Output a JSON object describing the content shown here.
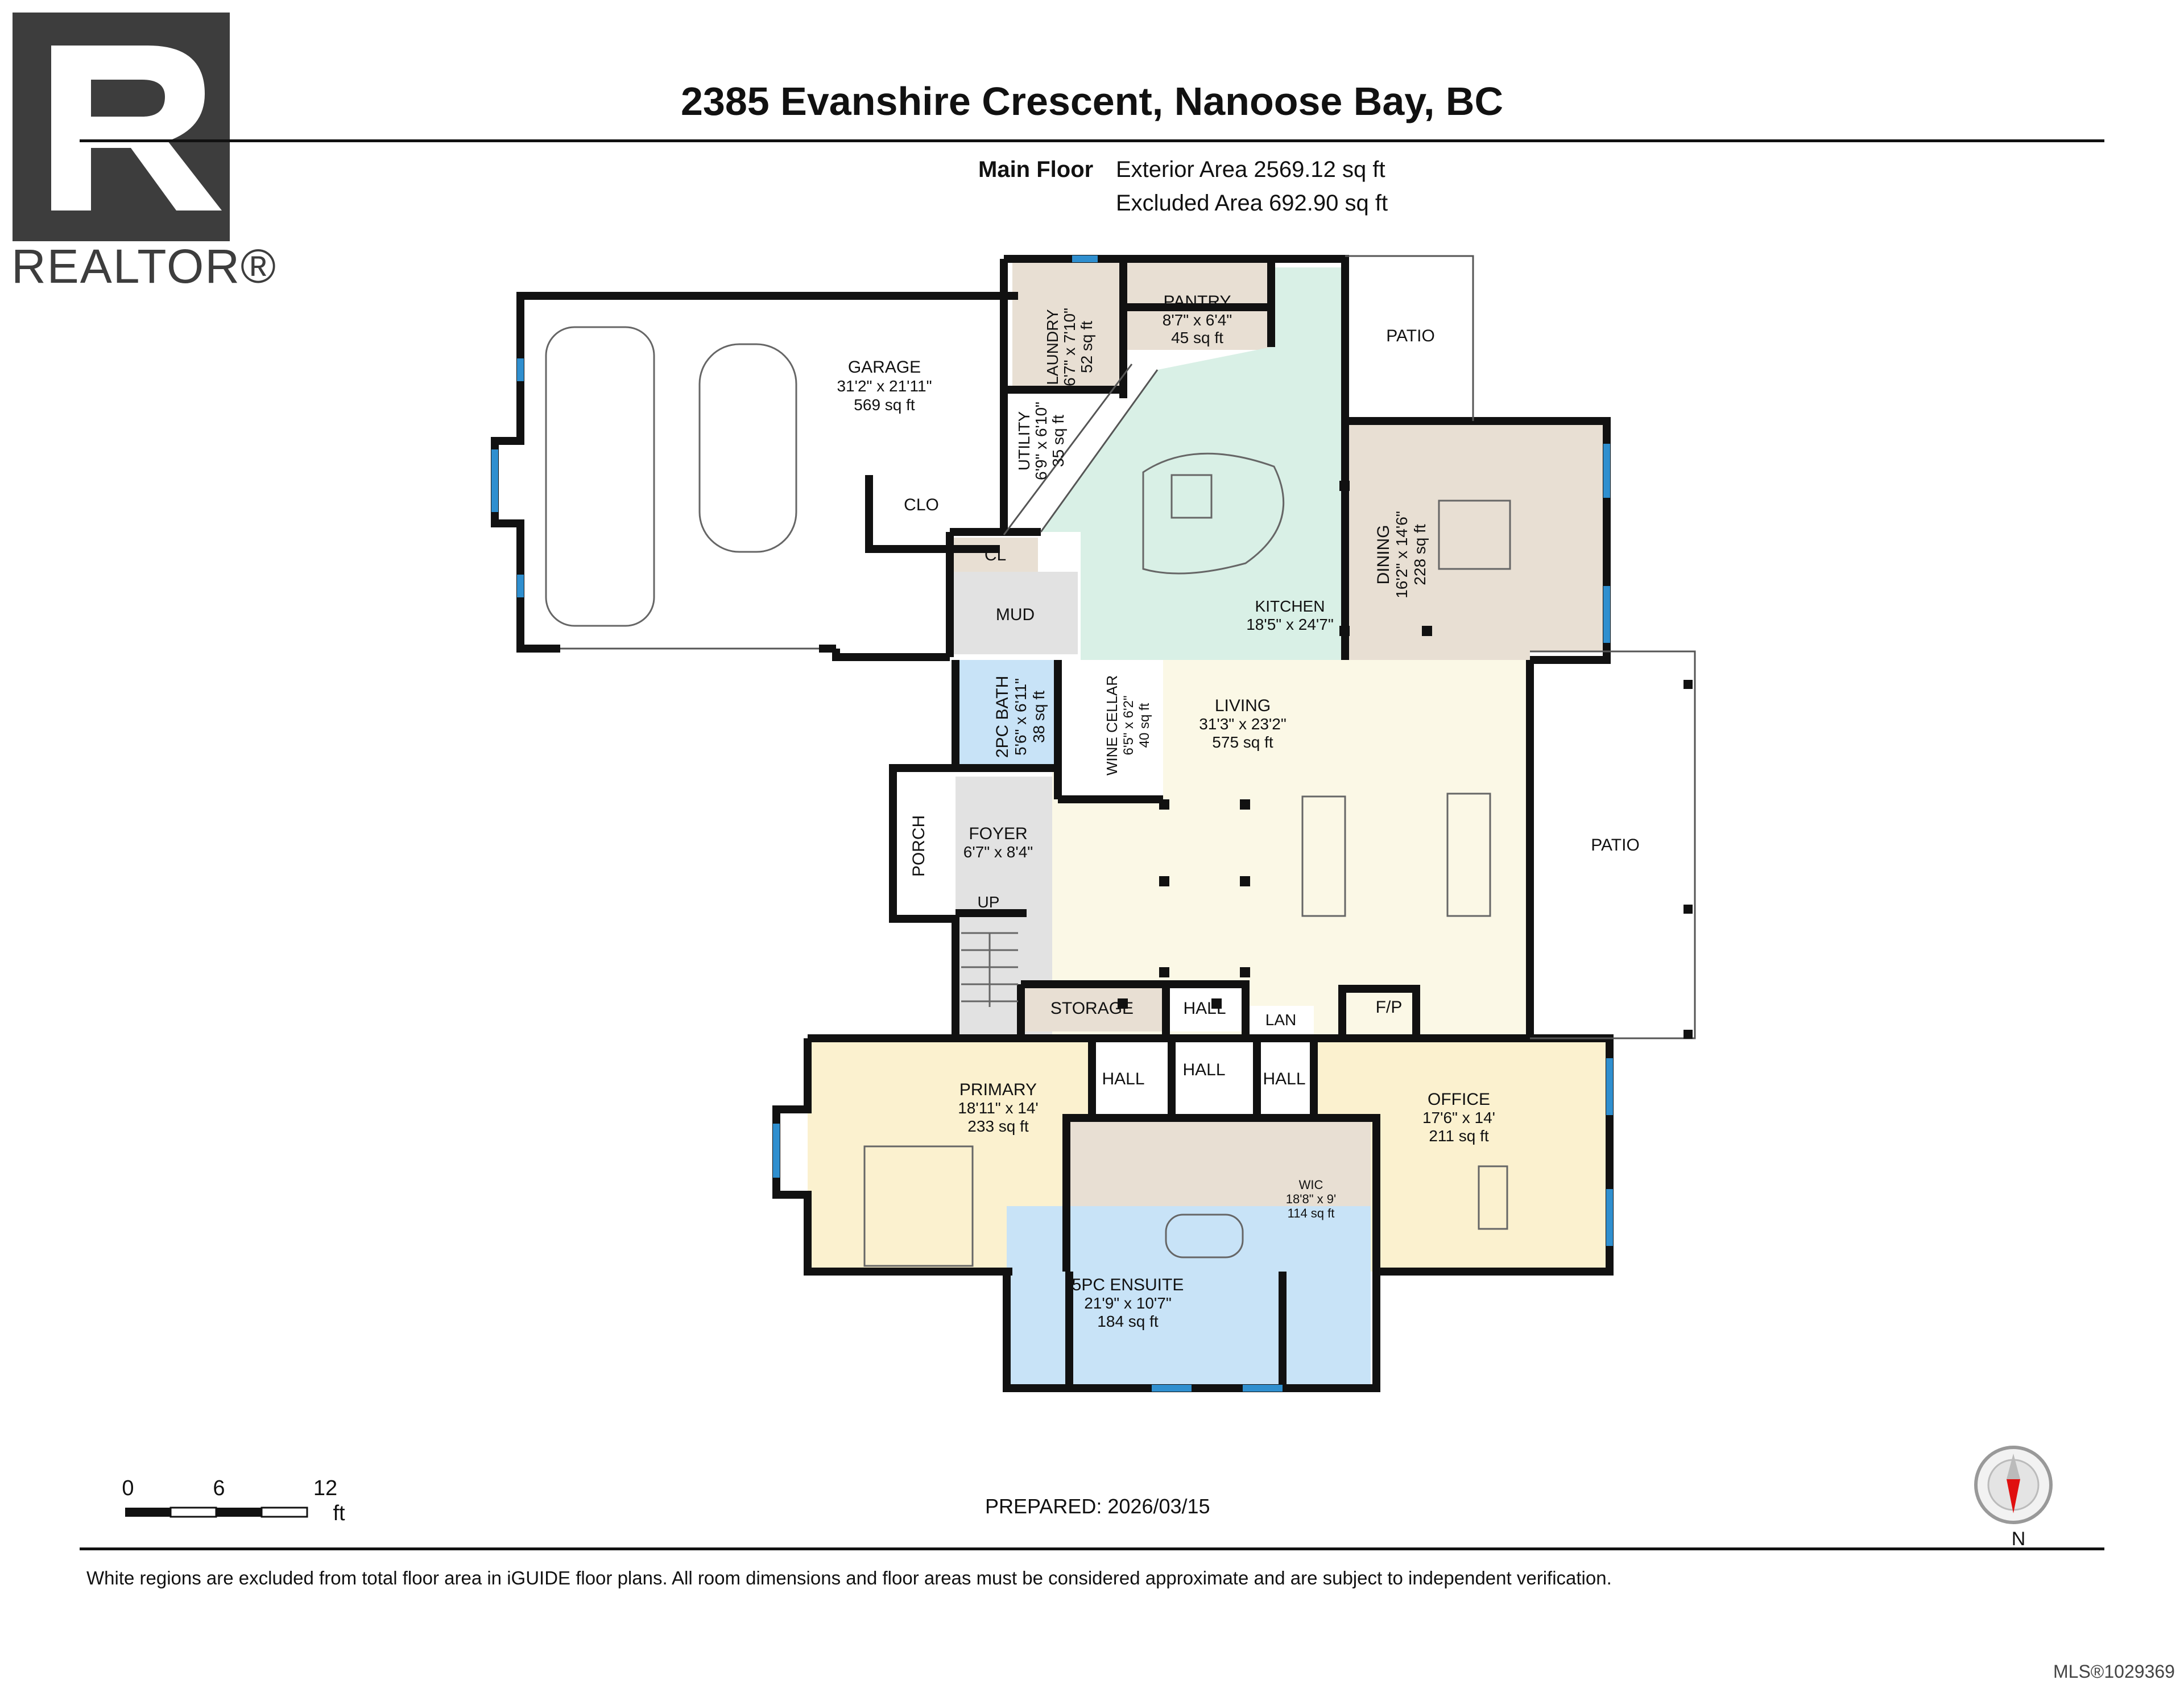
{
  "brand": {
    "logo_text": "REALTOR®"
  },
  "header": {
    "title": "2385 Evanshire Crescent, Nanoose Bay, BC",
    "floor_label": "Main Floor",
    "exterior_area": "Exterior Area 2569.12 sq ft",
    "excluded_area": "Excluded Area 692.90 sq ft"
  },
  "rooms": {
    "garage": {
      "name": "GARAGE",
      "dims": "31'2\" x 21'11\"",
      "area": "569 sq ft"
    },
    "laundry": {
      "name": "LAUNDRY",
      "dims": "6'7\" x 7'10\"",
      "area": "52 sq ft"
    },
    "pantry": {
      "name": "PANTRY",
      "dims": "8'7\" x 6'4\"",
      "area": "45 sq ft"
    },
    "utility": {
      "name": "UTILITY",
      "dims": "6'9\" x 6'10\"",
      "area": "35 sq ft"
    },
    "clo": {
      "name": "CLO"
    },
    "cl": {
      "name": "CL"
    },
    "mud": {
      "name": "MUD"
    },
    "kitchen": {
      "name": "KITCHEN",
      "dims": "18'5\" x 24'7\""
    },
    "dining": {
      "name": "DINING",
      "dims": "16'2\" x 14'6\"",
      "area": "228 sq ft"
    },
    "patio_top": {
      "name": "PATIO"
    },
    "patio_right": {
      "name": "PATIO"
    },
    "bath2": {
      "name": "2PC BATH",
      "dims": "5'6\" x 6'11\"",
      "area": "38 sq ft"
    },
    "wine": {
      "name": "WINE CELLAR",
      "dims": "6'5\" x 6'2\"",
      "area": "40 sq ft"
    },
    "living": {
      "name": "LIVING",
      "dims": "31'3\" x 23'2\"",
      "area": "575 sq ft"
    },
    "porch": {
      "name": "PORCH"
    },
    "foyer": {
      "name": "FOYER",
      "dims": "6'7\" x 8'4\""
    },
    "up": {
      "name": "UP"
    },
    "storage": {
      "name": "STORAGE"
    },
    "hall_a": {
      "name": "HALL"
    },
    "lan": {
      "name": "LAN"
    },
    "fp": {
      "name": "F/P"
    },
    "hall_b": {
      "name": "HALL"
    },
    "hall_c": {
      "name": "HALL"
    },
    "hall_d": {
      "name": "HALL"
    },
    "primary": {
      "name": "PRIMARY",
      "dims": "18'11\" x 14'",
      "area": "233 sq ft"
    },
    "office": {
      "name": "OFFICE",
      "dims": "17'6\" x 14'",
      "area": "211 sq ft"
    },
    "wic": {
      "name": "WIC",
      "dims": "18'8\" x 9'",
      "area": "114 sq ft"
    },
    "ensuite": {
      "name": "5PC ENSUITE",
      "dims": "21'9\" x 10'7\"",
      "area": "184 sq ft"
    }
  },
  "scale_bar": {
    "labels": [
      "0",
      "6",
      "12"
    ],
    "unit": "ft"
  },
  "compass": {
    "north_label": "N"
  },
  "prepared": "PREPARED: 2026/03/15",
  "footer": {
    "disclaimer": "White regions are excluded from total floor area in iGUIDE floor plans. All room dimensions and floor areas must be considered approximate and are subject to independent verification.",
    "mls": "MLS®1029369"
  },
  "colors": {
    "wall": "#111111",
    "kitchen": "#d9f0e6",
    "living": "#fbf8e6",
    "beige": "#e8dfd3",
    "bath": "#c8e3f7",
    "primary": "#fbf1cf",
    "gray": "#e2e2e2",
    "window": "#2f8fcf",
    "compass_red": "#e01010"
  }
}
